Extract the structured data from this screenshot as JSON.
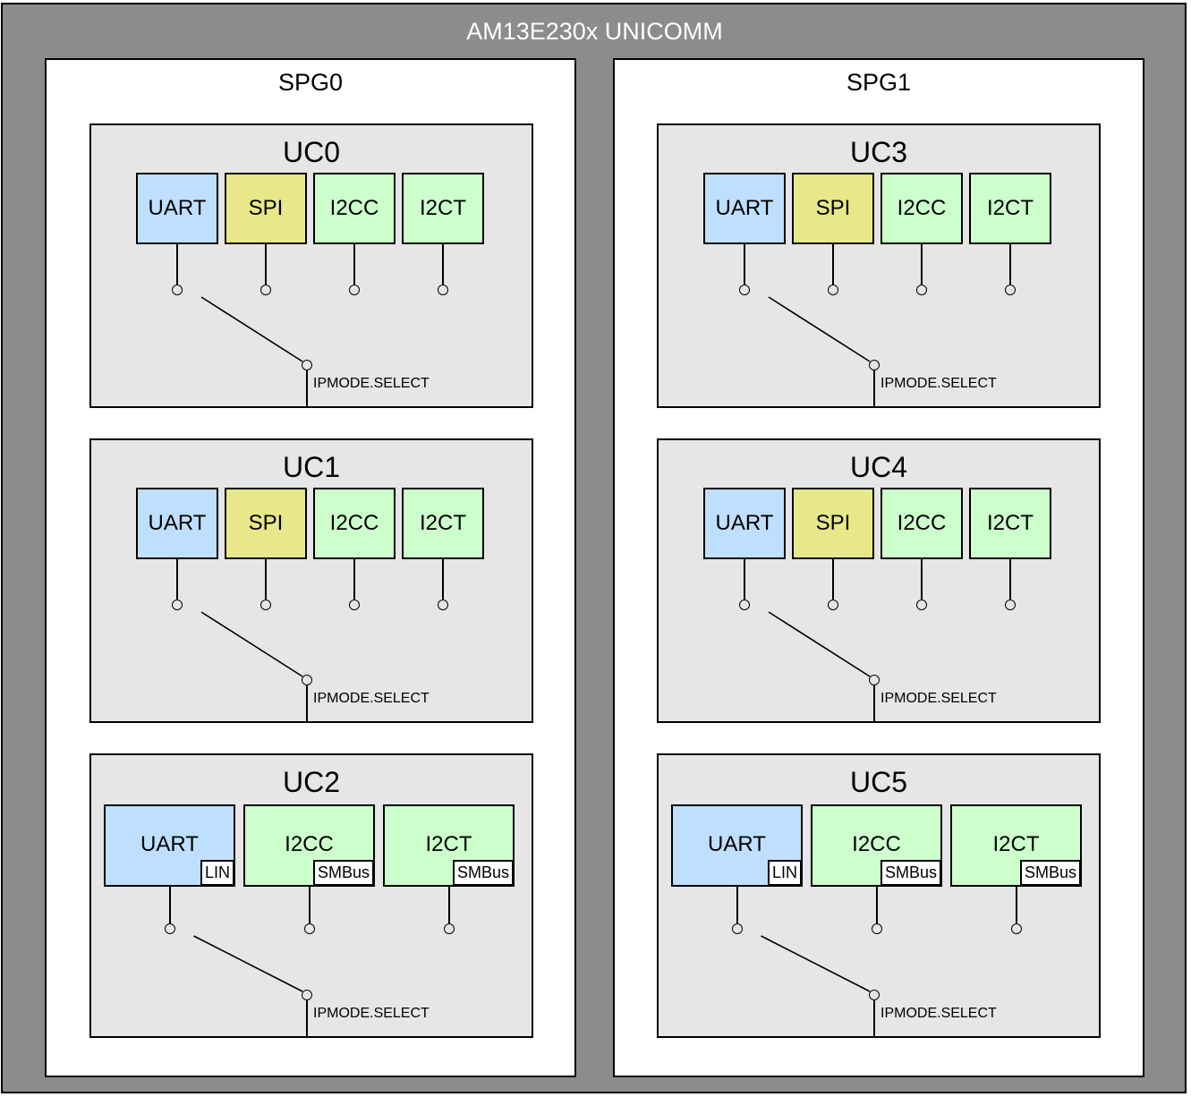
{
  "title": "AM13E230x UNICOMM",
  "groups": [
    {
      "name": "SPG0",
      "units": [
        {
          "name": "UC0",
          "blocks": [
            {
              "label": "UART"
            },
            {
              "label": "SPI"
            },
            {
              "label": "I2CC"
            },
            {
              "label": "I2CT"
            }
          ],
          "select": "IPMODE.SELECT"
        },
        {
          "name": "UC1",
          "blocks": [
            {
              "label": "UART"
            },
            {
              "label": "SPI"
            },
            {
              "label": "I2CC"
            },
            {
              "label": "I2CT"
            }
          ],
          "select": "IPMODE.SELECT"
        },
        {
          "name": "UC2",
          "blocks": [
            {
              "label": "UART",
              "sub": "LIN"
            },
            {
              "label": "I2CC",
              "sub": "SMBus"
            },
            {
              "label": "I2CT",
              "sub": "SMBus"
            }
          ],
          "select": "IPMODE.SELECT"
        }
      ]
    },
    {
      "name": "SPG1",
      "units": [
        {
          "name": "UC3",
          "blocks": [
            {
              "label": "UART"
            },
            {
              "label": "SPI"
            },
            {
              "label": "I2CC"
            },
            {
              "label": "I2CT"
            }
          ],
          "select": "IPMODE.SELECT"
        },
        {
          "name": "UC4",
          "blocks": [
            {
              "label": "UART"
            },
            {
              "label": "SPI"
            },
            {
              "label": "I2CC"
            },
            {
              "label": "I2CT"
            }
          ],
          "select": "IPMODE.SELECT"
        },
        {
          "name": "UC5",
          "blocks": [
            {
              "label": "UART",
              "sub": "LIN"
            },
            {
              "label": "I2CC",
              "sub": "SMBus"
            },
            {
              "label": "I2CT",
              "sub": "SMBus"
            }
          ],
          "select": "IPMODE.SELECT"
        }
      ]
    }
  ],
  "colors": {
    "frame": "#8c8c8c",
    "unit_bg": "#e6e6e6",
    "uart": "#bfdfff",
    "spi": "#e8e88a",
    "i2c": "#ccffcc"
  }
}
